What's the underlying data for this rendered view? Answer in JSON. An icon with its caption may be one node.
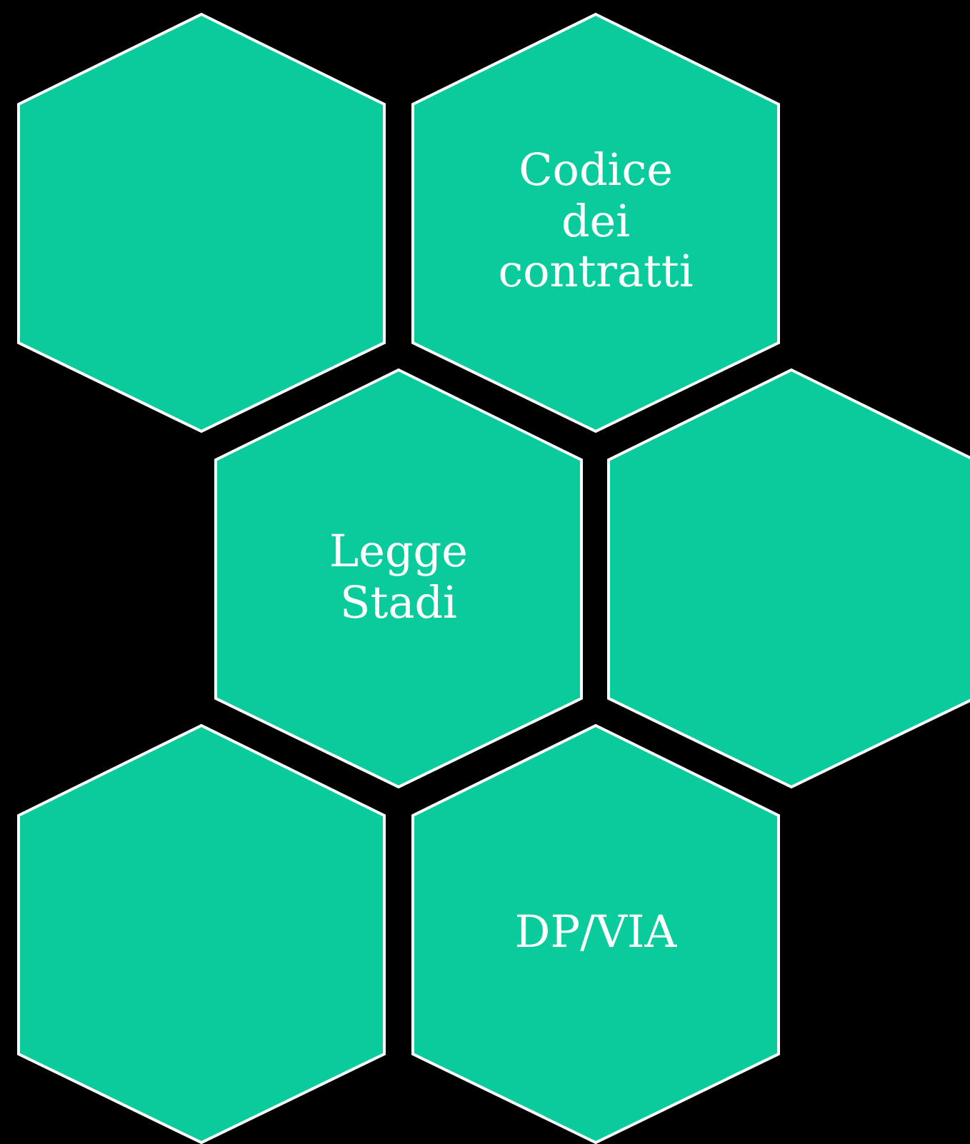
{
  "diagram": {
    "nodes": [
      {
        "text": [],
        "shape": "hexagon"
      },
      {
        "text": [
          "Codice dei contratti"
        ]
      },
      {
        "text": [
          "Legge Stadi"
        ]
      },
      {
        "text": [],
        "shape": "hexagon"
      },
      {
        "text": [],
        "shape": "hexagon"
      },
      {
        "text": [
          "DP/VIA"
        ]
      }
    ],
    "edges": []
  }
}
